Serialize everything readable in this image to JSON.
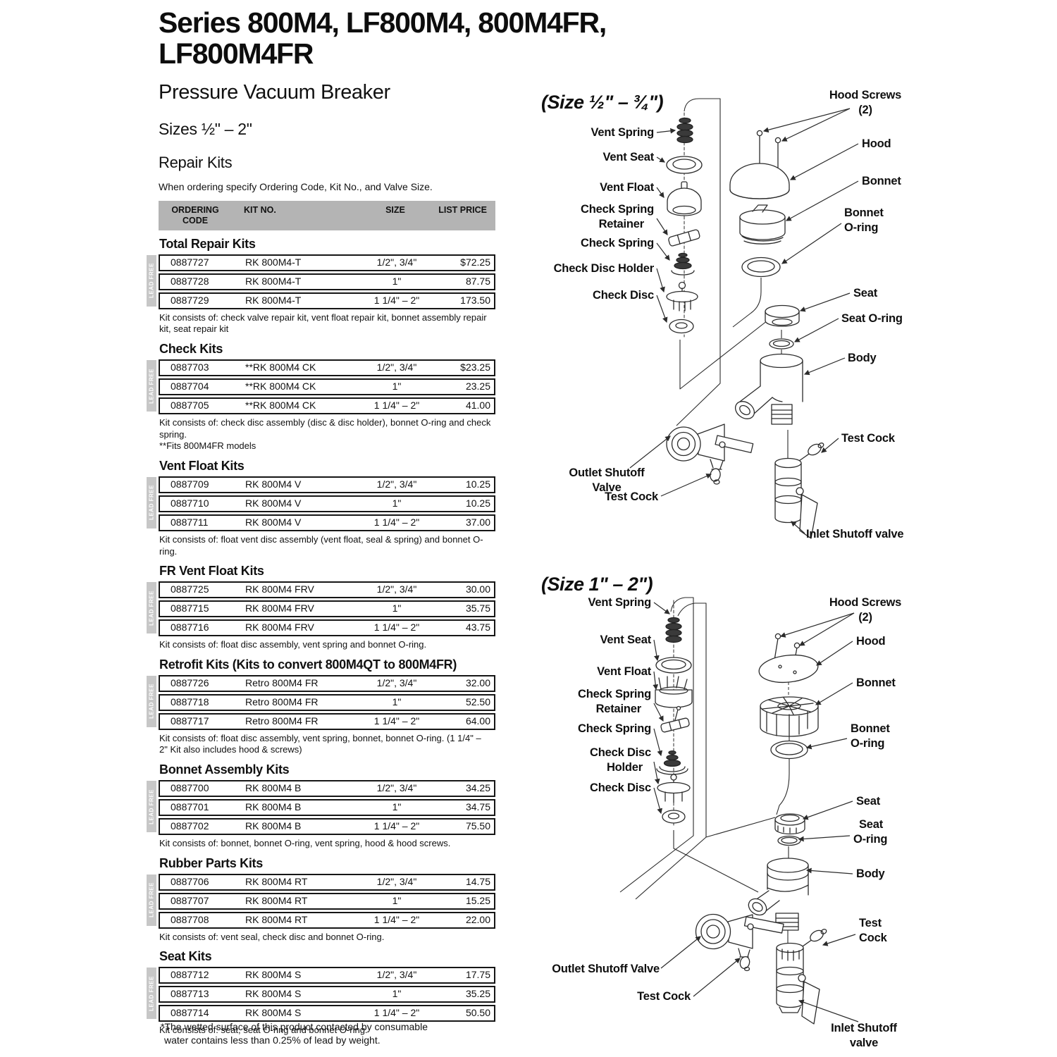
{
  "page": {
    "title_line1": "Series 800M4, LF800M4, 800M4FR,",
    "title_line2": "LF800M4FR",
    "subtitle": "Pressure Vacuum Breaker",
    "sizes_label": "Sizes ½\" – 2\"",
    "repair_kits_heading": "Repair Kits",
    "ordering_note": "When ordering specify Ordering Code, Kit No., and Valve Size.",
    "footnote_line1": "*The wetted surface of this product contacted by consumable",
    "footnote_line2": "water contains less than 0.25% of lead by weight."
  },
  "table": {
    "lead_free_label": "LEAD FREE",
    "headers": [
      "ORDERING CODE",
      "KIT NO.",
      "SIZE",
      "LIST PRICE"
    ],
    "sections": [
      {
        "name": "Total Repair Kits",
        "rows": [
          [
            "0887727",
            "RK 800M4-T",
            "1/2\", 3/4\"",
            "$72.25"
          ],
          [
            "0887728",
            "RK 800M4-T",
            "1\"",
            "87.75"
          ],
          [
            "0887729",
            "RK 800M4-T",
            "1 1/4\" – 2\"",
            "173.50"
          ]
        ],
        "note": "Kit consists of:  check valve repair kit, vent float repair kit, bonnet assembly repair kit, seat repair kit"
      },
      {
        "name": "Check Kits",
        "rows": [
          [
            "0887703",
            "**RK 800M4 CK",
            "1/2\", 3/4\"",
            "$23.25"
          ],
          [
            "0887704",
            "**RK 800M4 CK",
            "1\"",
            "23.25"
          ],
          [
            "0887705",
            "**RK 800M4 CK",
            "1 1/4\" – 2\"",
            "41.00"
          ]
        ],
        "note": "Kit consists of: check disc assembly (disc & disc holder), bonnet O-ring and check spring.\n**Fits 800M4FR models"
      },
      {
        "name": "Vent Float Kits",
        "rows": [
          [
            "0887709",
            "RK 800M4 V",
            "1/2\", 3/4\"",
            "10.25"
          ],
          [
            "0887710",
            "RK 800M4 V",
            "1\"",
            "10.25"
          ],
          [
            "0887711",
            "RK 800M4 V",
            "1 1/4\" – 2\"",
            "37.00"
          ]
        ],
        "note": "Kit consists of: float vent disc assembly (vent float, seal & spring) and bonnet O-ring."
      },
      {
        "name": "FR Vent Float Kits",
        "rows": [
          [
            "0887725",
            "RK 800M4 FRV",
            "1/2\", 3/4\"",
            "30.00"
          ],
          [
            "0887715",
            "RK 800M4 FRV",
            "1\"",
            "35.75"
          ],
          [
            "0887716",
            "RK 800M4 FRV",
            "1 1/4\" – 2\"",
            "43.75"
          ]
        ],
        "note": "Kit consists of: float disc assembly, vent spring and bonnet O-ring."
      },
      {
        "name": "Retrofit Kits (Kits to convert 800M4QT to 800M4FR)",
        "rows": [
          [
            "0887726",
            "Retro 800M4 FR",
            "1/2\", 3/4\"",
            "32.00"
          ],
          [
            "0887718",
            "Retro 800M4 FR",
            "1\"",
            "52.50"
          ],
          [
            "0887717",
            "Retro 800M4 FR",
            "1 1/4\" – 2\"",
            "64.00"
          ]
        ],
        "note": "Kit consists of: float disc assembly, vent spring, bonnet, bonnet O-ring. (1 1/4\" – 2\" Kit also includes hood & screws)"
      },
      {
        "name": "Bonnet Assembly Kits",
        "rows": [
          [
            "0887700",
            "RK 800M4 B",
            "1/2\", 3/4\"",
            "34.25"
          ],
          [
            "0887701",
            "RK 800M4 B",
            "1\"",
            "34.75"
          ],
          [
            "0887702",
            "RK 800M4 B",
            "1 1/4\" – 2\"",
            "75.50"
          ]
        ],
        "note": "Kit consists of: bonnet, bonnet O-ring, vent spring, hood & hood screws."
      },
      {
        "name": "Rubber Parts Kits",
        "rows": [
          [
            "0887706",
            "RK 800M4 RT",
            "1/2\", 3/4\"",
            "14.75"
          ],
          [
            "0887707",
            "RK 800M4 RT",
            "1\"",
            "15.25"
          ],
          [
            "0887708",
            "RK 800M4 RT",
            "1 1/4\" – 2\"",
            "22.00"
          ]
        ],
        "note": "Kit consists of: vent seal, check disc and bonnet O-ring."
      },
      {
        "name": "Seat Kits",
        "rows": [
          [
            "0887712",
            "RK 800M4 S",
            "1/2\", 3/4\"",
            "17.75"
          ],
          [
            "0887713",
            "RK 800M4 S",
            "1\"",
            "35.25"
          ],
          [
            "0887714",
            "RK 800M4 S",
            "1 1/4\" – 2\"",
            "50.50"
          ]
        ],
        "note": "Kit consists of: seat, seat O-ring and bonnet O-ring."
      }
    ]
  },
  "diagram_small": {
    "title": "(Size ½\" – ¾\")",
    "labels": {
      "vent_spring": "Vent Spring",
      "vent_seat": "Vent Seat",
      "vent_float": "Vent Float",
      "check_spring_retainer_1": "Check Spring",
      "check_spring_retainer_2": "Retainer",
      "check_spring": "Check Spring",
      "check_disc_holder": "Check Disc Holder",
      "check_disc": "Check Disc",
      "hood_screws_1": "Hood Screws",
      "hood_screws_2": "(2)",
      "hood": "Hood",
      "bonnet": "Bonnet",
      "bonnet_oring_1": "Bonnet",
      "bonnet_oring_2": "O-ring",
      "seat": "Seat",
      "seat_oring": "Seat O-ring",
      "body": "Body",
      "test_cock_right": "Test Cock",
      "outlet_shutoff_1": "Outlet  Shutoff",
      "outlet_shutoff_2": "Valve",
      "test_cock_left": "Test Cock",
      "inlet_shutoff": "Inlet Shutoff valve"
    }
  },
  "diagram_large": {
    "title": "(Size 1\" – 2\")",
    "labels": {
      "vent_spring": "Vent Spring",
      "vent_seat": "Vent Seat",
      "vent_float": "Vent Float",
      "check_spring_retainer_1": "Check Spring",
      "check_spring_retainer_2": "Retainer",
      "check_spring": "Check Spring",
      "check_disc_holder_1": "Check Disc",
      "check_disc_holder_2": "Holder",
      "check_disc": "Check Disc",
      "hood_screws_1": "Hood Screws",
      "hood_screws_2": "(2)",
      "hood": "Hood",
      "bonnet": "Bonnet",
      "bonnet_oring_1": "Bonnet",
      "bonnet_oring_2": "O-ring",
      "seat": "Seat",
      "seat_oring_1": "Seat",
      "seat_oring_2": "O-ring",
      "body": "Body",
      "test_cock_right_1": "Test",
      "test_cock_right_2": "Cock",
      "outlet_shutoff": "Outlet Shutoff Valve",
      "test_cock_left": "Test Cock",
      "inlet_shutoff_1": "Inlet Shutoff",
      "inlet_shutoff_2": "valve"
    }
  }
}
